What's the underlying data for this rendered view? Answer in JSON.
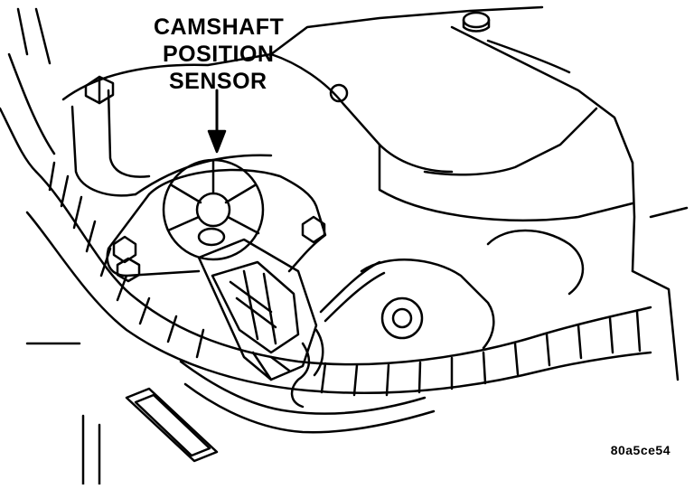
{
  "callout": {
    "line1": "CAMSHAFT",
    "line2": "POSITION",
    "line3": "SENSOR"
  },
  "figure_code": "80a5ce54",
  "colors": {
    "ink": "#000000",
    "paper": "#ffffff"
  }
}
